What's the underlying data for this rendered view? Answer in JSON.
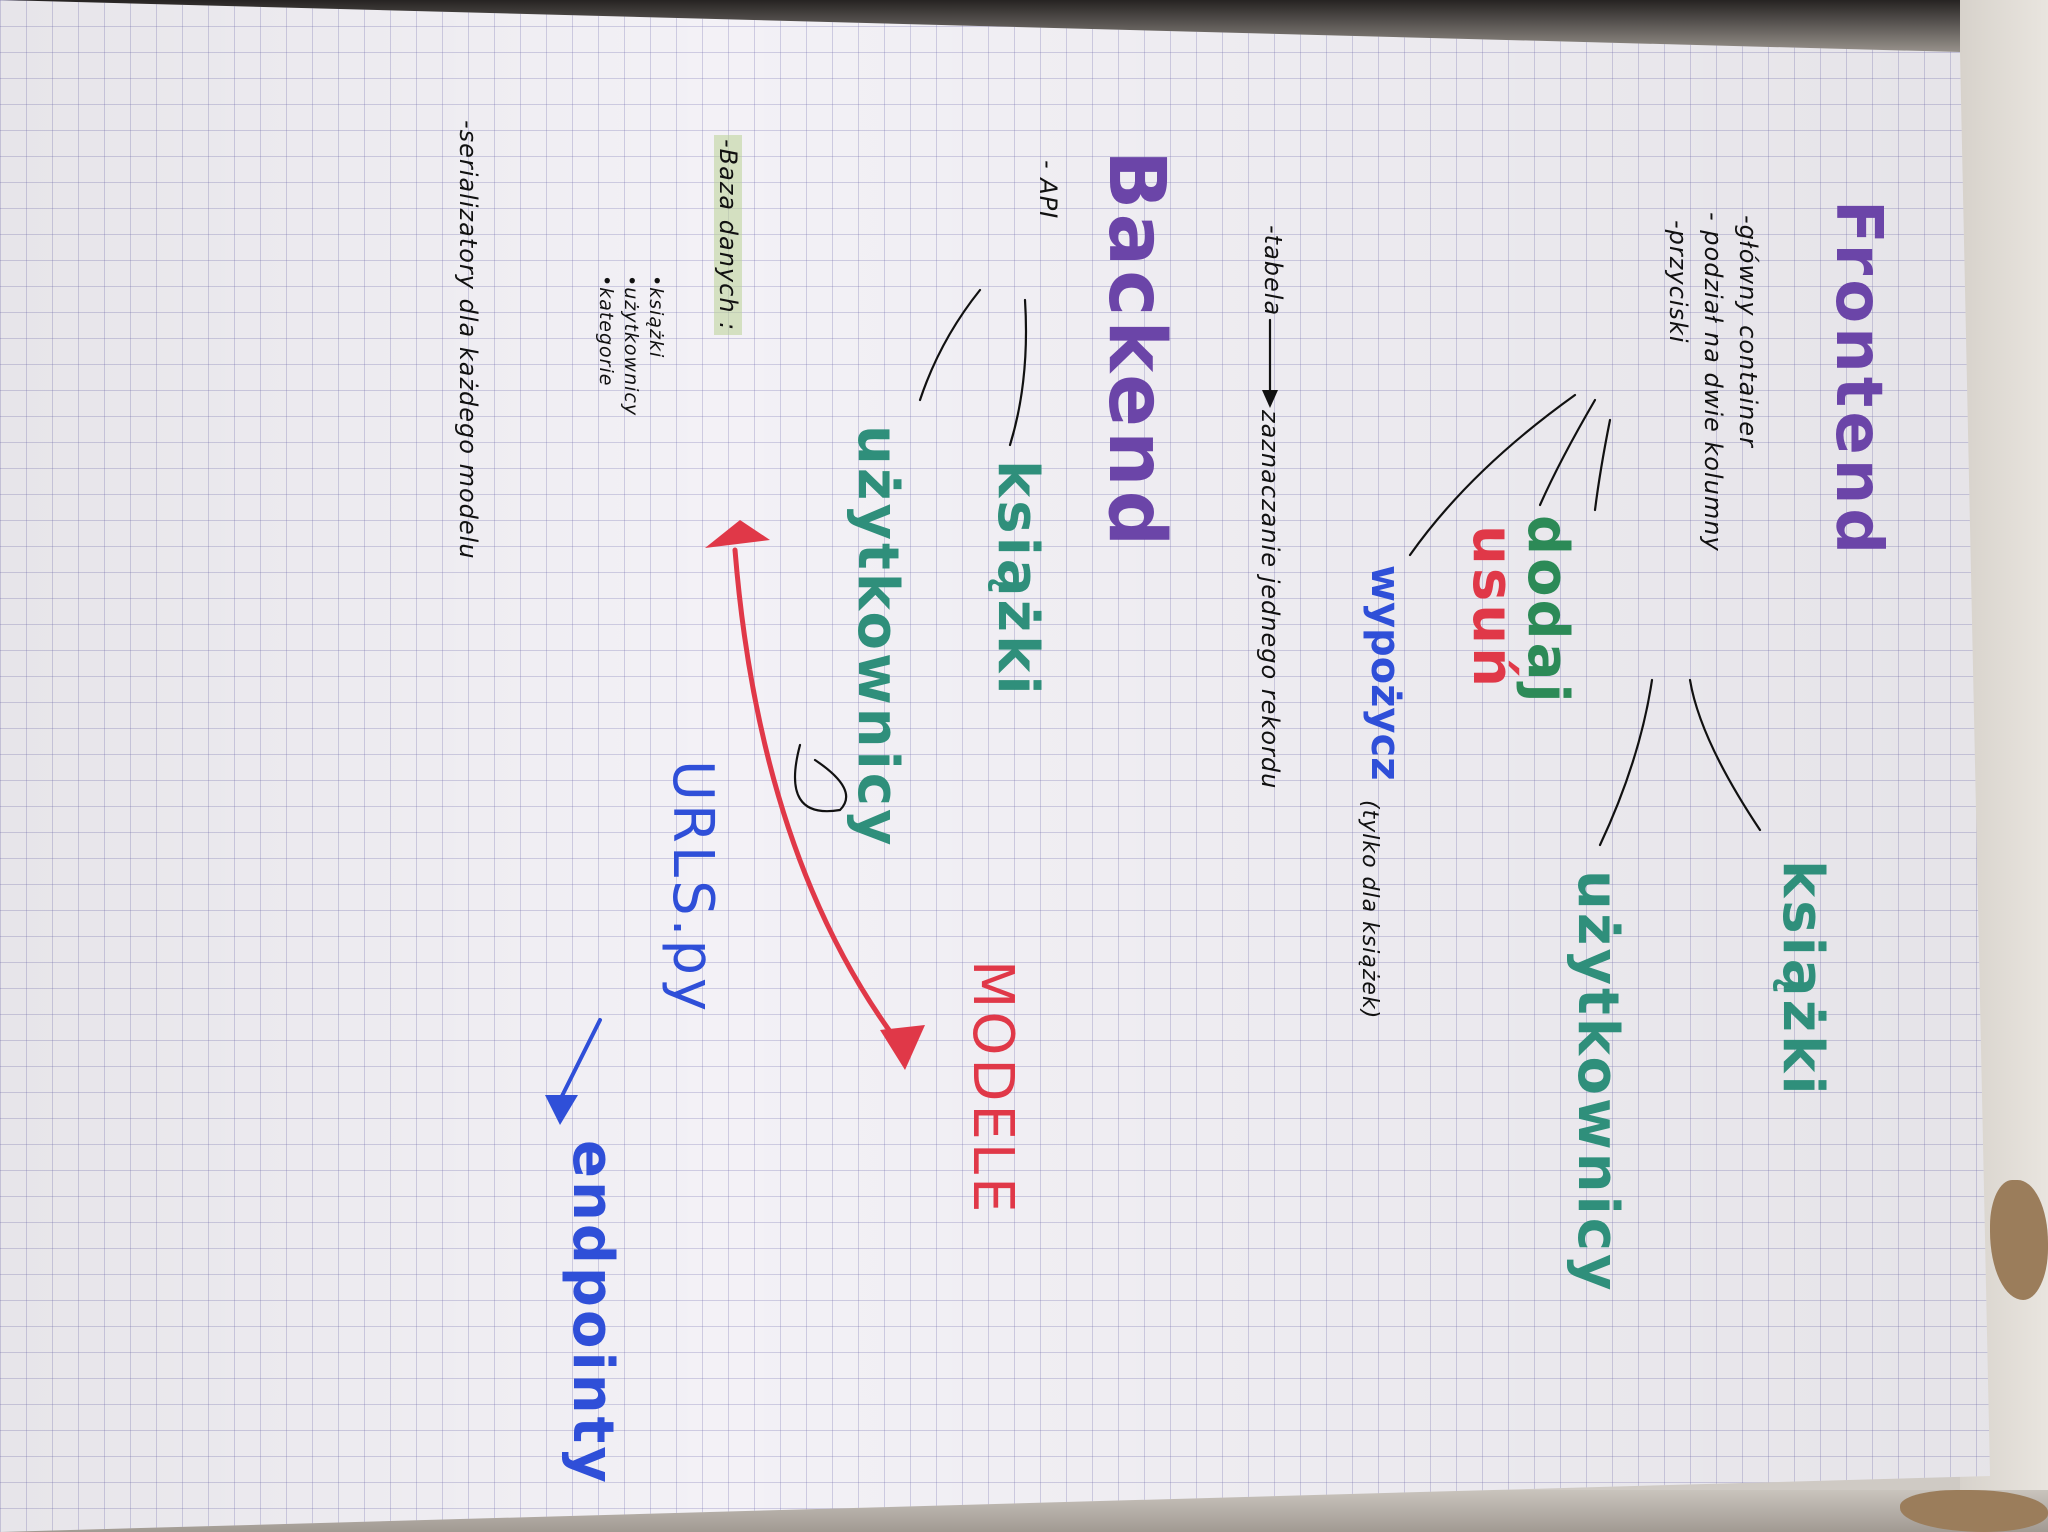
{
  "frontend": {
    "title": "Frontend",
    "bullets": [
      "-główny container",
      "- podział na dwie kolumny",
      "-przyciski"
    ],
    "columns": [
      "książki",
      "użytkownicy"
    ],
    "buttons": [
      "dodaj",
      "usuń",
      "wypożycz"
    ],
    "note": "(tylko dla książek)",
    "table_line": "-tabela",
    "table_desc": "zaznaczanie jednego rekordu"
  },
  "backend": {
    "title": "Backend",
    "api_label": "- API",
    "api_targets": [
      "książki",
      "użytkownicy"
    ],
    "db_label": "-Baza danych :",
    "db_items": [
      "•książki",
      "•użytkownicy",
      "•kategorie"
    ],
    "serializers": "-serializatory dla każdego modelu",
    "models": "MODELE",
    "urls": "URLS.py",
    "endpoints": "endpointy"
  },
  "colors": {
    "purple": "#6b45a8",
    "teal": "#2f8f7b",
    "green": "#2c8a57",
    "red": "#e03848",
    "blue": "#2f4fd8",
    "ink": "#111111"
  }
}
